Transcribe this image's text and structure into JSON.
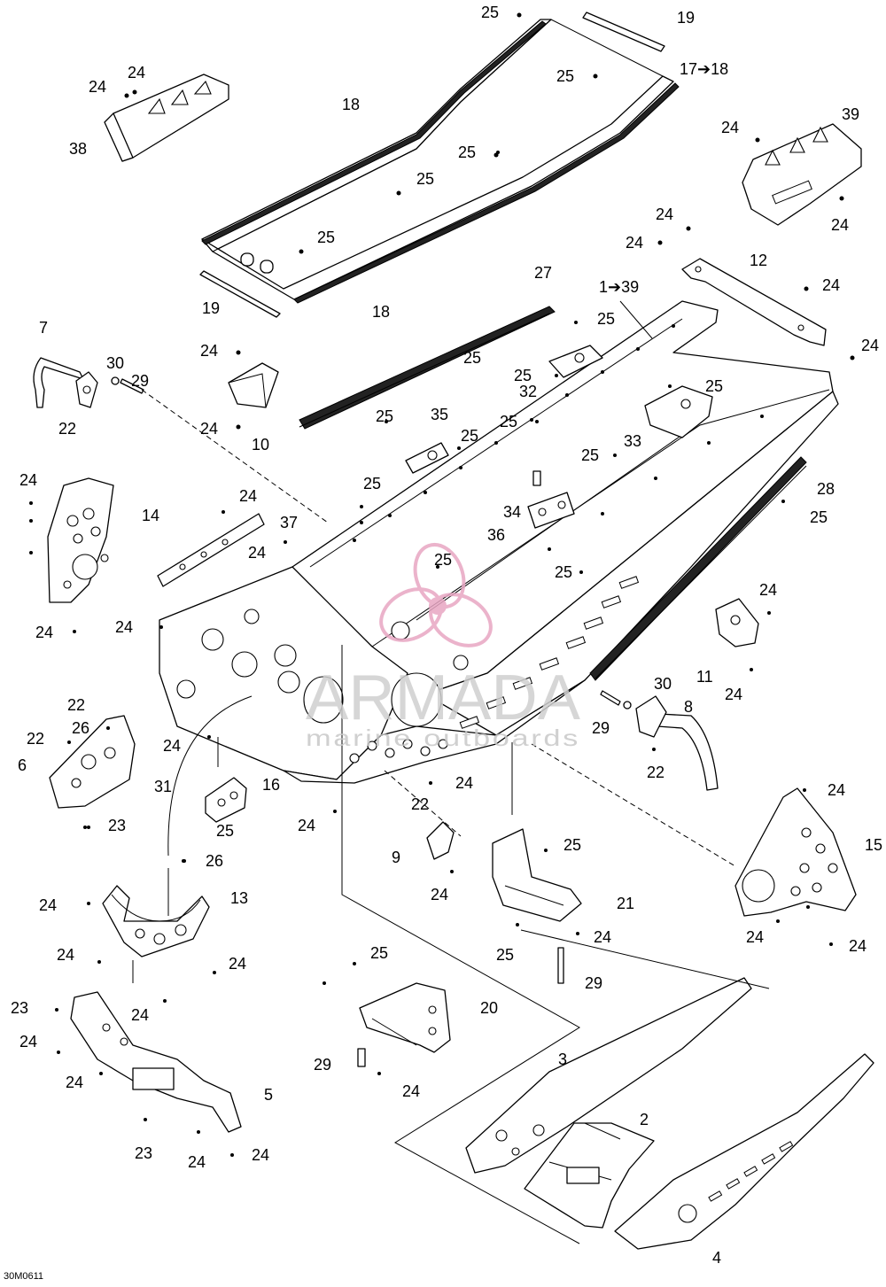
{
  "drawing_ref": "30M0611",
  "watermark": {
    "brand": "ARMADA",
    "tagline": "marine outboards",
    "logo_color": "#e8a6c3"
  },
  "callouts": {
    "p1_39": "1➔39",
    "p2": "2",
    "p3": "3",
    "p4": "4",
    "p5": "5",
    "p6": "6",
    "p7": "7",
    "p8": "8",
    "p9": "9",
    "p10": "10",
    "p11": "11",
    "p12": "12",
    "p13": "13",
    "p14": "14",
    "p15": "15",
    "p16": "16",
    "p17_18": "17➔18",
    "p18": "18",
    "p19": "19",
    "p20": "20",
    "p21": "21",
    "p22": "22",
    "p23": "23",
    "p24": "24",
    "p25": "25",
    "p26": "26",
    "p27": "27",
    "p28": "28",
    "p29": "29",
    "p30": "30",
    "p31": "31",
    "p32": "32",
    "p33": "33",
    "p34": "34",
    "p35": "35",
    "p36": "36",
    "p37": "37",
    "p38": "38",
    "p39": "39"
  }
}
